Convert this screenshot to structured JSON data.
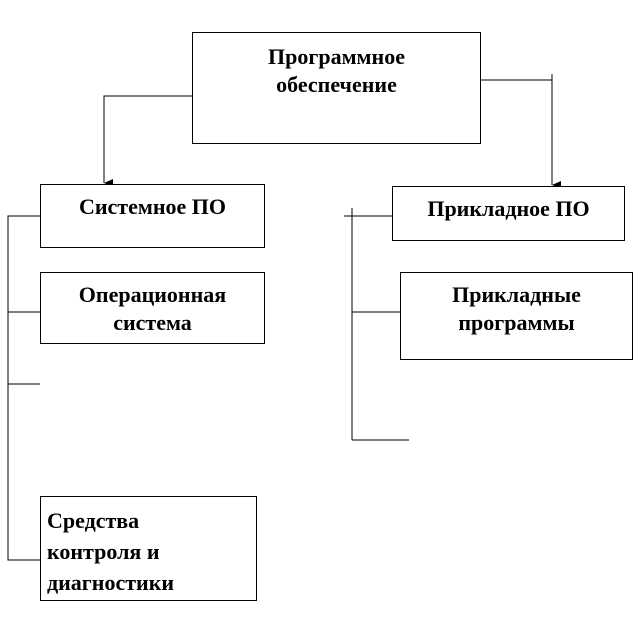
{
  "diagram": {
    "root": {
      "label": "Программное\nобеспечение"
    },
    "system_software": {
      "label": "Системное ПО"
    },
    "operating_system": {
      "label": "Операционная\nсистема"
    },
    "control_tools": {
      "label": "Средства\nконтроля и\nдиагностики"
    },
    "applied_software": {
      "label": "Прикладное ПО"
    },
    "applied_programs": {
      "label": "Прикладные\nпрограммы"
    }
  }
}
